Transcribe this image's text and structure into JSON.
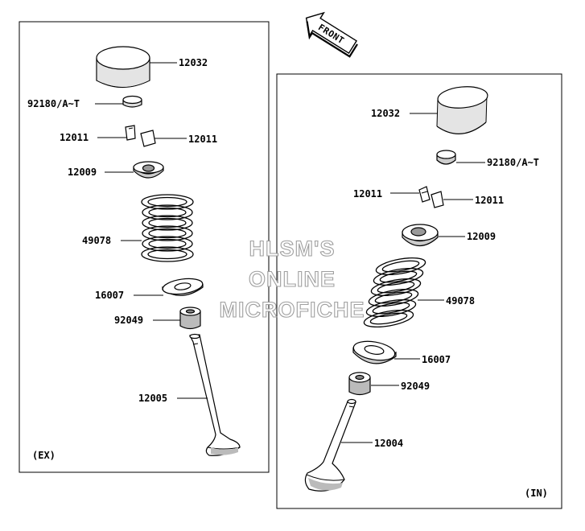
{
  "panels": {
    "exhaust": {
      "tag": "(EX)",
      "labels": {
        "tappet": "12032",
        "shim": "92180/A~T",
        "cotter_left": "12011",
        "cotter_right": "12011",
        "retainer": "12009",
        "spring": "49078",
        "spring_seat": "16007",
        "oil_seal": "92049",
        "valve": "12005"
      }
    },
    "intake": {
      "tag": "(IN)",
      "labels": {
        "tappet": "12032",
        "shim": "92180/A~T",
        "cotter_left": "12011",
        "cotter_right": "12011",
        "retainer": "12009",
        "spring": "49078",
        "spring_seat": "16007",
        "oil_seal": "92049",
        "valve": "12004"
      }
    }
  },
  "front_arrow": {
    "label": "FRONT"
  },
  "watermark": {
    "line1": "HLSM'S",
    "line2": "ONLINE",
    "line3": "MICROFICHE"
  }
}
